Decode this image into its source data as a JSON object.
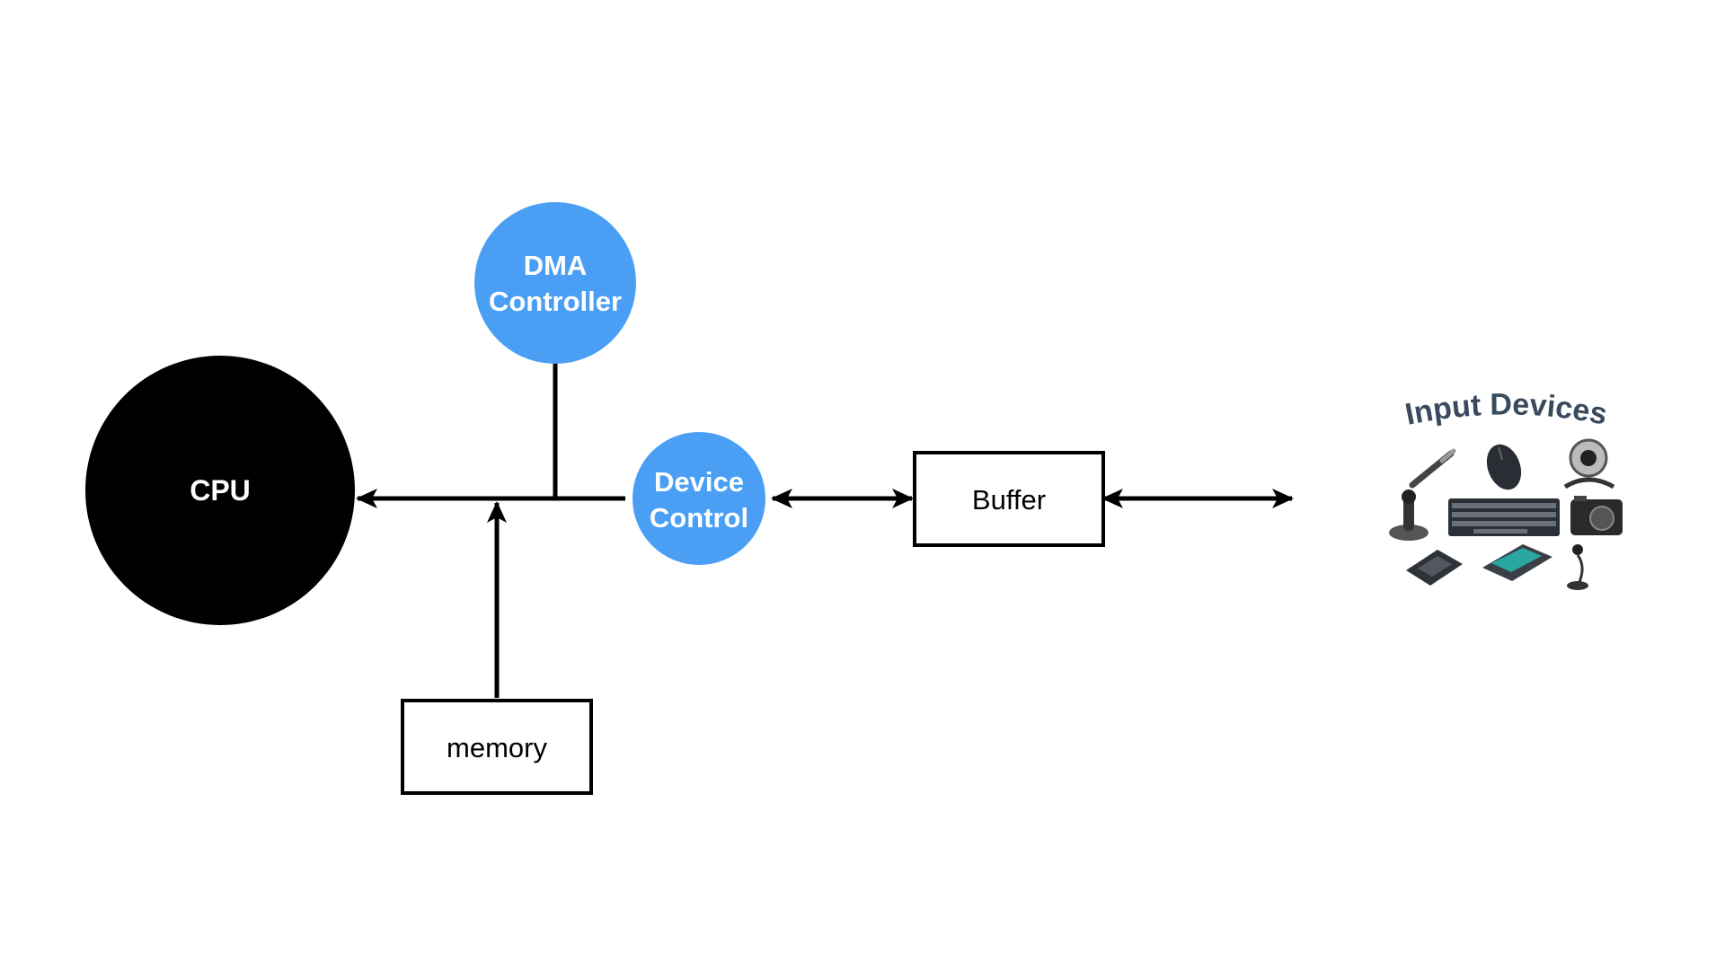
{
  "nodes": {
    "cpu": {
      "label": "CPU"
    },
    "dma": {
      "line1": "DMA",
      "line2": "Controller"
    },
    "device_control": {
      "line1": "Device",
      "line2": "Control"
    },
    "buffer": {
      "label": "Buffer"
    },
    "memory": {
      "label": "memory"
    },
    "input_devices": {
      "title": "Input Devices"
    }
  },
  "colors": {
    "cpu": "#000000",
    "accent_blue": "#4a9ff5",
    "line": "#000000",
    "title_text": "#3a4a5e"
  },
  "icons": [
    "pen-icon",
    "mouse-icon",
    "webcam-icon",
    "joystick-icon",
    "keyboard-icon",
    "camera-icon",
    "graphics-tablet-icon",
    "scanner-icon",
    "microphone-icon"
  ]
}
